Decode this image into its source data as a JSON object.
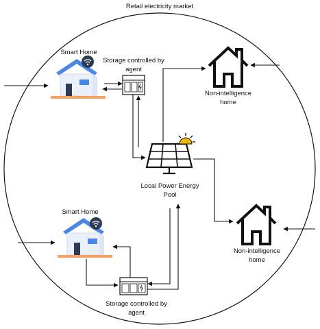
{
  "diagram": {
    "title": "Retail electricity market",
    "nodes": {
      "smart_home_top": {
        "label": "Smart Home"
      },
      "smart_home_bottom": {
        "label": "Smart Home"
      },
      "storage_top": {
        "label_line1": "Storage controlled by",
        "label_line2": "agent"
      },
      "storage_bottom": {
        "label_line1": "Storage controlled by",
        "label_line2": "agent"
      },
      "pool": {
        "label_line1": "Local Power Energy",
        "label_line2": "Pool"
      },
      "non_intel_top": {
        "label_line1": "Non-intelligence",
        "label_line2": "home"
      },
      "non_intel_bottom": {
        "label_line1": "Non-intelligence",
        "label_line2": "home"
      }
    },
    "colors": {
      "roof": "#4a86e8",
      "wall": "#eaf1fb",
      "base": "#f4a460",
      "line": "#111111",
      "sun": "#f2b705"
    },
    "icons": [
      "smart-home-icon",
      "wifi-icon",
      "storage-battery-icon",
      "solar-panel-icon",
      "sun-icon",
      "house-outline-icon"
    ]
  }
}
